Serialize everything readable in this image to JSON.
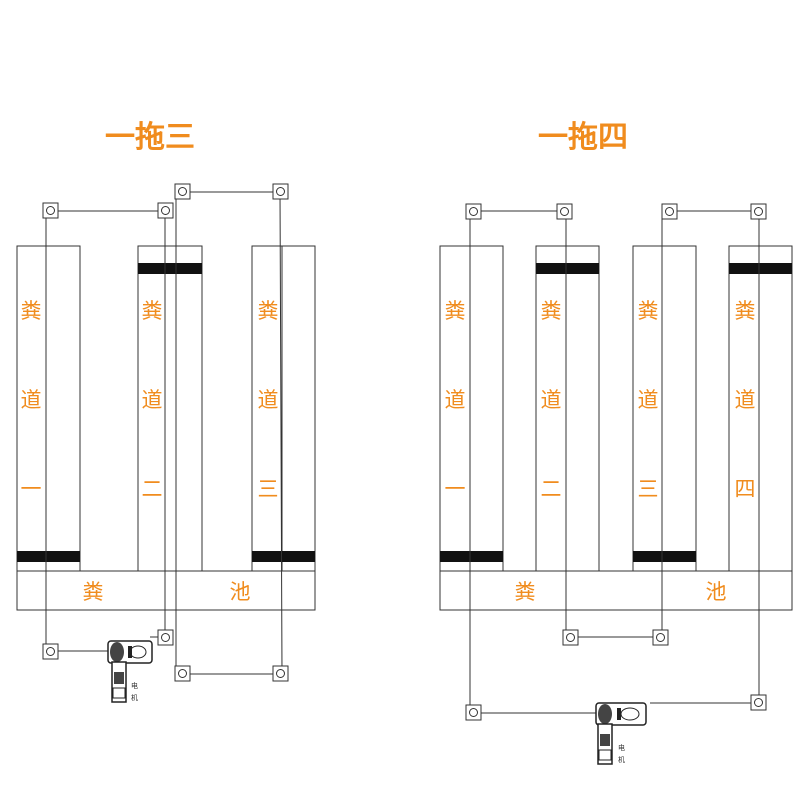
{
  "colors": {
    "text": "#f08c1e",
    "line": "#333333",
    "lane_fill": "#ffffff",
    "bar": "#111111"
  },
  "left": {
    "title": "一拖三",
    "lanes": [
      {
        "chars": [
          "粪",
          "道",
          "一"
        ]
      },
      {
        "chars": [
          "粪",
          "道",
          "二"
        ]
      },
      {
        "chars": [
          "粪",
          "道",
          "三"
        ]
      }
    ],
    "pool": [
      "粪",
      "池"
    ],
    "motor_text": [
      "电",
      "机"
    ]
  },
  "right": {
    "title": "一拖四",
    "lanes": [
      {
        "chars": [
          "粪",
          "道",
          "一"
        ]
      },
      {
        "chars": [
          "粪",
          "道",
          "二"
        ]
      },
      {
        "chars": [
          "粪",
          "道",
          "三"
        ]
      },
      {
        "chars": [
          "粪",
          "道",
          "四"
        ]
      }
    ],
    "pool": [
      "粪",
      "池"
    ],
    "motor_text": [
      "电",
      "机"
    ]
  }
}
